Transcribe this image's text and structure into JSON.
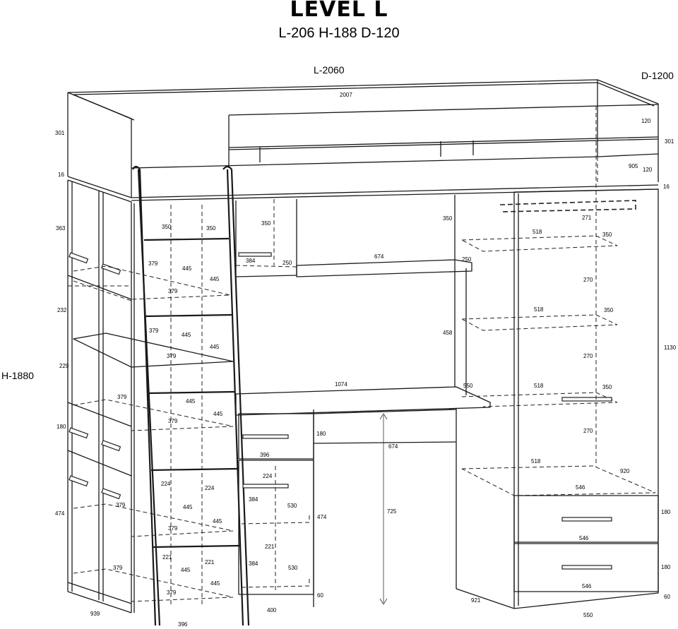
{
  "title": "LEVEL L",
  "subtitle": "L-206 H-188 D-120",
  "overall": {
    "length": "L-2060",
    "depth": "D-1200",
    "height": "H-1880"
  },
  "dimensions": {
    "top_length": "2007",
    "top_height": "301",
    "top_rail": "120",
    "board": "16",
    "bed_depth": "905",
    "bed_rail": "120",
    "right_board": "16",
    "right_height": "301",
    "left_top_comp": "363",
    "left_mid_comp": "232",
    "left_mid_comp2": "229",
    "left_drawer_h": "180",
    "left_low_comp": "474",
    "left_base_w": "939",
    "ladder_w": "396",
    "shelf_350_a": "350",
    "shelf_350_b": "350",
    "shelf_379_a": "379",
    "shelf_445_a": "445",
    "shelf_445_b": "445",
    "shelf_379_b": "379",
    "shelf_379_c": "379",
    "shelf_445_c": "445",
    "shelf_445_d": "445",
    "shelf_379_d": "379",
    "shelf_379_e": "379",
    "shelf_445_e": "445",
    "shelf_445_f": "445",
    "shelf_379_f": "379",
    "low_379_a": "379",
    "low_445_a": "445",
    "low_445_b": "445",
    "low_379_b": "379",
    "low_379_c": "379",
    "low_445_c": "445",
    "low_445_d": "445",
    "low_379_d": "379",
    "comp_224_a": "224",
    "comp_224_b": "224",
    "comp_221_a": "221",
    "comp_221_b": "221",
    "desk_top_comp_h": "350",
    "desk_top_comp_h2": "350",
    "desk_small_384": "384",
    "desk_small_250": "250",
    "desk_shelf_674": "674",
    "desk_shelf_250": "250",
    "desk_comp_458": "458",
    "desk_length": "1074",
    "desk_depth": "550",
    "desk_drawer_180": "180",
    "desk_drawer_396": "396",
    "desk_drawer_674": "674",
    "desk_height": "725",
    "ped_224": "224",
    "ped_384_a": "384",
    "ped_530_a": "530",
    "ped_474": "474",
    "ped_221": "221",
    "ped_384_b": "384",
    "ped_530_b": "530",
    "ped_60": "60",
    "ped_400": "400",
    "wr_271": "271",
    "wr_518_a": "518",
    "wr_350_a": "350",
    "wr_270_a": "270",
    "wr_518_b": "518",
    "wr_350_b": "350",
    "wr_270_b": "270",
    "wr_1130": "1130",
    "wr_518_c": "518",
    "wr_350_c": "350",
    "wr_270_c": "270",
    "wr_518_d": "518",
    "wr_920": "920",
    "wr_546_a": "546",
    "wr_180_a": "180",
    "wr_546_b": "546",
    "wr_180_b": "180",
    "wr_546_c": "546",
    "wr_60": "60",
    "wr_921": "921",
    "wr_550": "550"
  }
}
